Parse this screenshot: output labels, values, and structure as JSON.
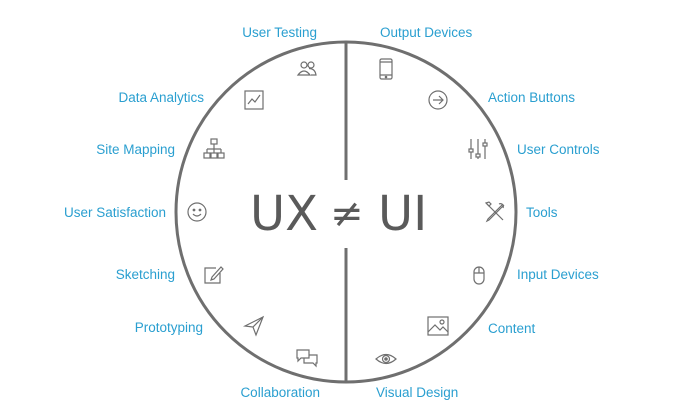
{
  "colors": {
    "label": "#2a9fd0",
    "stroke": "#6f6f6f",
    "title": "#5a5a5a"
  },
  "center": {
    "left": "UX",
    "op": "≠",
    "right": "UI"
  },
  "ux_items": [
    {
      "label": "User Testing",
      "icon": "users-icon"
    },
    {
      "label": "Data Analytics",
      "icon": "line-chart-icon"
    },
    {
      "label": "Site Mapping",
      "icon": "sitemap-icon"
    },
    {
      "label": "User Satisfaction",
      "icon": "smiley-icon"
    },
    {
      "label": "Sketching",
      "icon": "pencil-square-icon"
    },
    {
      "label": "Prototyping",
      "icon": "paper-plane-icon"
    },
    {
      "label": "Collaboration",
      "icon": "chat-bubbles-icon"
    }
  ],
  "ui_items": [
    {
      "label": "Output Devices",
      "icon": "mobile-phone-icon"
    },
    {
      "label": "Action Buttons",
      "icon": "arrow-circle-icon"
    },
    {
      "label": "User Controls",
      "icon": "sliders-icon"
    },
    {
      "label": "Tools",
      "icon": "wrench-screwdriver-icon"
    },
    {
      "label": "Input Devices",
      "icon": "mouse-icon"
    },
    {
      "label": "Content",
      "icon": "image-icon"
    },
    {
      "label": "Visual Design",
      "icon": "eye-icon"
    }
  ]
}
